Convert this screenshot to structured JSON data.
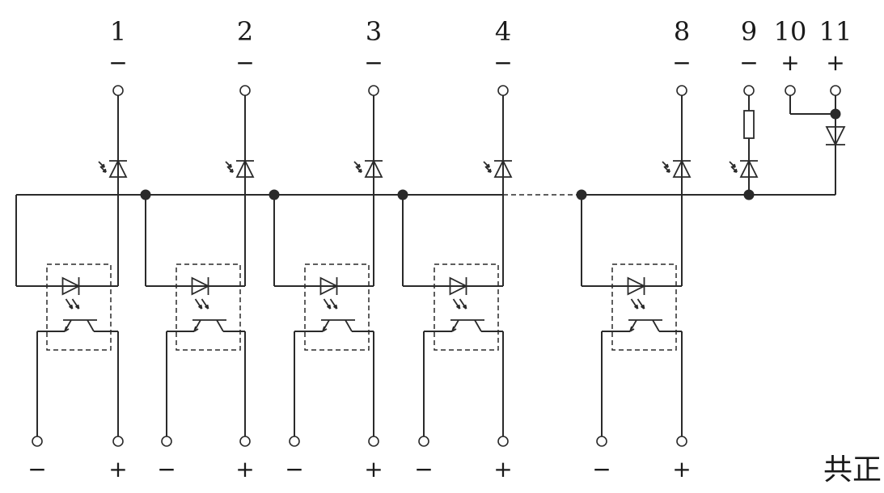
{
  "diagram": {
    "terminals_top": [
      {
        "number": "1",
        "polarity": "−"
      },
      {
        "number": "2",
        "polarity": "−"
      },
      {
        "number": "3",
        "polarity": "−"
      },
      {
        "number": "4",
        "polarity": "−"
      },
      {
        "number": "8",
        "polarity": "−"
      },
      {
        "number": "9",
        "polarity": "−"
      },
      {
        "number": "10",
        "polarity": "+"
      },
      {
        "number": "11",
        "polarity": "+"
      }
    ],
    "outputs": [
      {
        "minus": "−",
        "plus": "+"
      },
      {
        "minus": "−",
        "plus": "+"
      },
      {
        "minus": "−",
        "plus": "+"
      },
      {
        "minus": "−",
        "plus": "+"
      },
      {
        "minus": "−",
        "plus": "+"
      }
    ],
    "caption": "共正"
  }
}
